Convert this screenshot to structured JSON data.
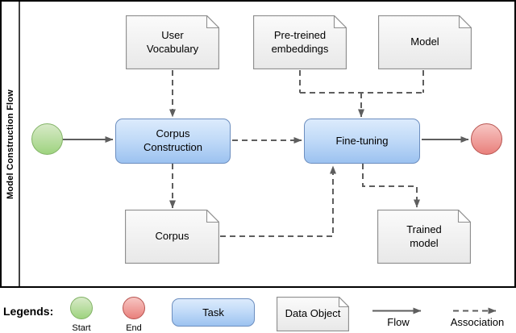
{
  "pool": {
    "title": "Model Construction Flow"
  },
  "nodes": {
    "user_vocabulary": {
      "label": "User\nVocabulary",
      "type": "data-object"
    },
    "pre_treined_embeddings": {
      "label": "Pre-treined\nembeddings",
      "type": "data-object"
    },
    "model": {
      "label": "Model",
      "type": "data-object"
    },
    "corpus_construction": {
      "label": "Corpus\nConstruction",
      "type": "task"
    },
    "fine_tuning": {
      "label": "Fine-tuning",
      "type": "task"
    },
    "corpus": {
      "label": "Corpus",
      "type": "data-object"
    },
    "trained_model": {
      "label": "Trained\nmodel",
      "type": "data-object"
    },
    "start": {
      "type": "start-event"
    },
    "end": {
      "type": "end-event"
    }
  },
  "connections": [
    {
      "from": "start",
      "to": "corpus_construction",
      "kind": "flow"
    },
    {
      "from": "user_vocabulary",
      "to": "corpus_construction",
      "kind": "association"
    },
    {
      "from": "corpus_construction",
      "to": "fine_tuning",
      "kind": "association"
    },
    {
      "from": "pre_treined_embeddings",
      "to": "fine_tuning",
      "kind": "association"
    },
    {
      "from": "model",
      "to": "fine_tuning",
      "kind": "association"
    },
    {
      "from": "corpus_construction",
      "to": "corpus",
      "kind": "association"
    },
    {
      "from": "corpus",
      "to": "fine_tuning",
      "kind": "association"
    },
    {
      "from": "fine_tuning",
      "to": "trained_model",
      "kind": "association"
    },
    {
      "from": "fine_tuning",
      "to": "end",
      "kind": "flow"
    }
  ],
  "legend": {
    "title": "Legends:",
    "start_label": "Start",
    "end_label": "End",
    "task_label": "Task",
    "data_object_label": "Data Object",
    "flow_label": "Flow",
    "association_label": "Association"
  },
  "colors": {
    "task_fill_top": "#dcebfc",
    "task_fill_bottom": "#9cc2f0",
    "task_border": "#6c8ebf",
    "start_fill_top": "#d8eac8",
    "start_fill_bottom": "#9ed37f",
    "start_border": "#82b366",
    "end_fill_top": "#f7c6c3",
    "end_fill_bottom": "#e9807c",
    "end_border": "#b85450",
    "doc_fill_top": "#fbfbfb",
    "doc_fill_bottom": "#e8e8e8",
    "doc_border": "#8f8f8f",
    "connector": "#5e5e5e",
    "pool_border": "#000000"
  }
}
